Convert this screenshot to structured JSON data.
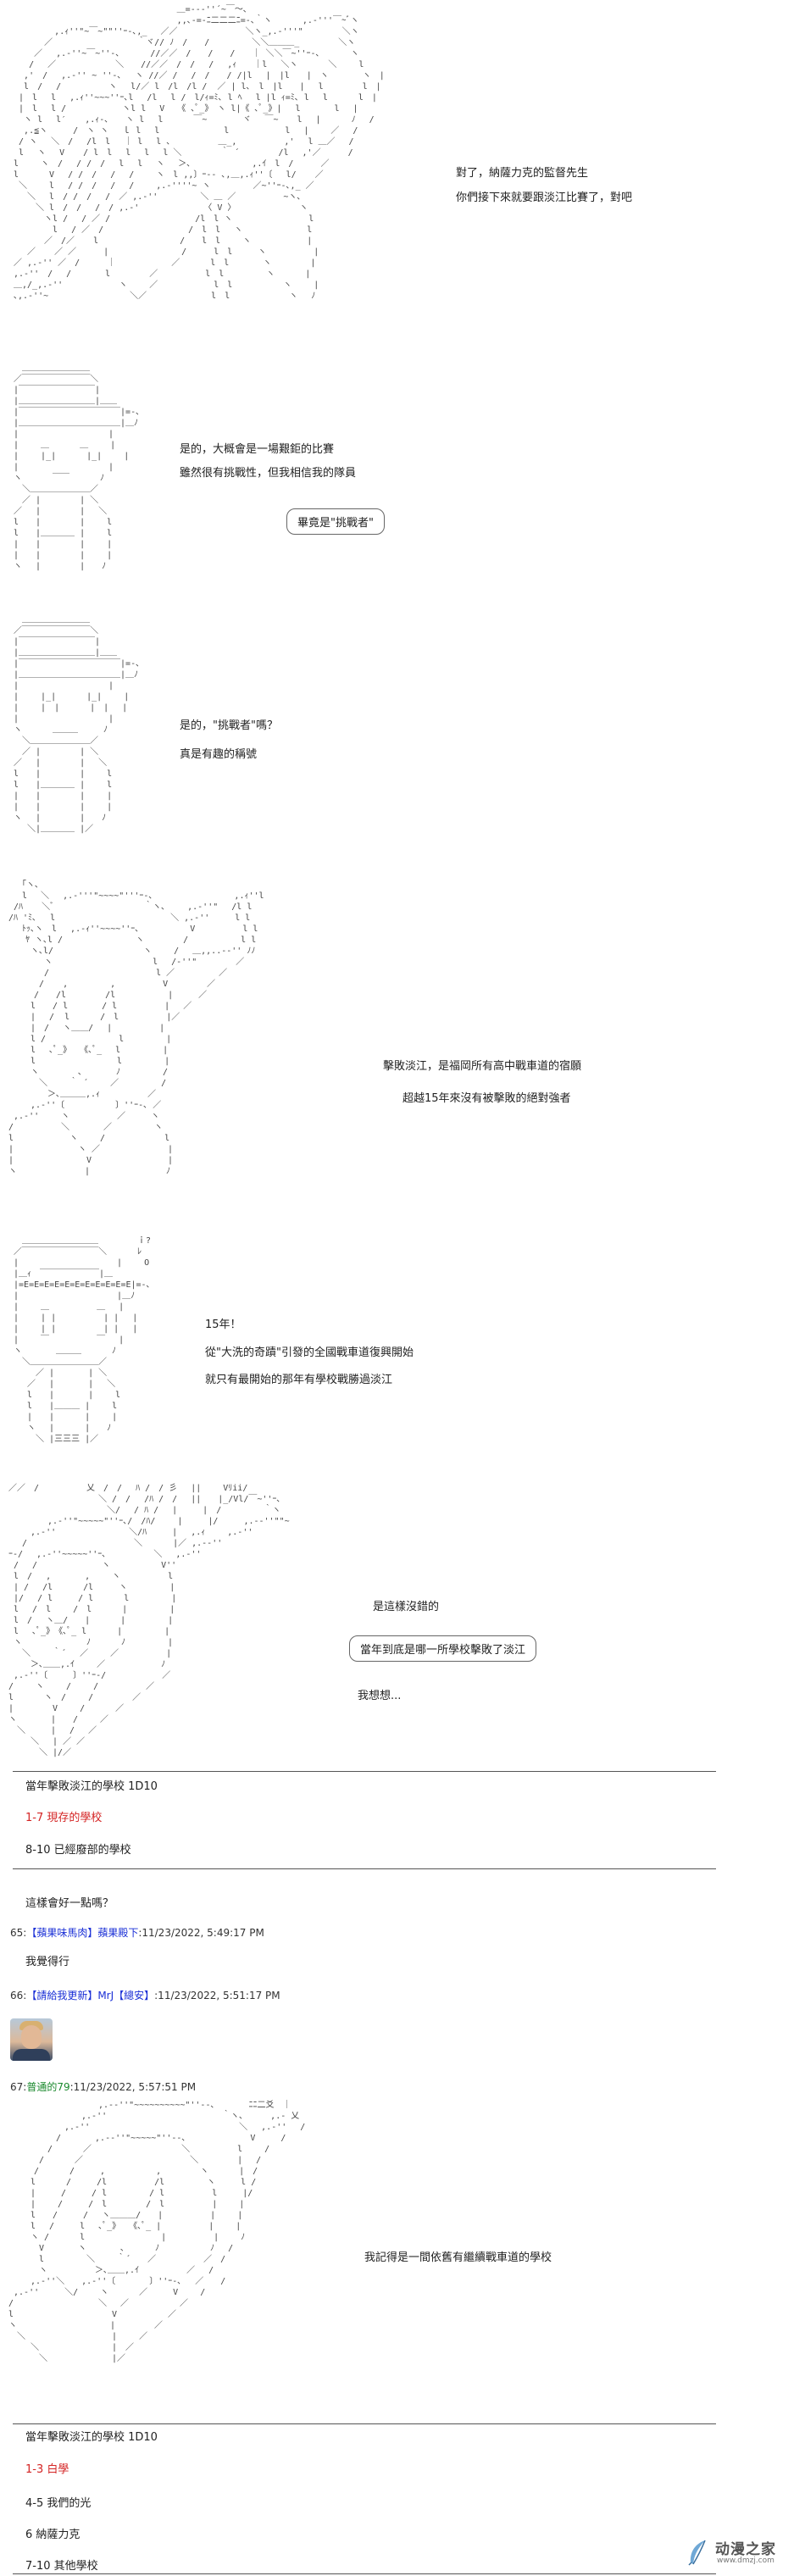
{
  "scenes": [
    {
      "lines": [
        "對了，納薩力克的監督先生",
        "你們接下來就要跟淡江比賽了，對吧"
      ]
    },
    {
      "lines": [
        "是的，大概會是一場艱鉅的比賽",
        "雖然很有挑戰性，但我相信我的隊員"
      ],
      "bubble": "畢竟是\"挑戰者\""
    },
    {
      "lines": [
        "是的，\"挑戰者\"嗎？",
        "真是有趣的稱號"
      ]
    },
    {
      "lines": [
        "擊敗淡江，是福岡所有高中戰車道的宿願",
        "超越15年來沒有被擊敗的絕對強者"
      ]
    },
    {
      "lines": [
        "15年！",
        "從\"大洗的奇蹟\"引發的全國戰車道復興開始",
        "就只有最開始的那年有學校戰勝過淡江"
      ]
    },
    {
      "lines": [
        "是這樣沒錯的",
        "我想想..."
      ],
      "bubble": "當年到底是哪一所學校擊敗了淡江"
    }
  ],
  "roll_1": {
    "title": "當年擊敗淡江的學校 1D10",
    "options": [
      "1-7 現存的學校",
      "8-10 已經廢部的學校"
    ]
  },
  "comment_question": "這樣會好一點嗎？",
  "posts": [
    {
      "number": "65:",
      "user": "【蘋果味馬肉】蘋果殿下",
      "timestamp": ":11/23/2022, 5:49:17 PM",
      "body": "我覺得行"
    },
    {
      "number": "66:",
      "user": "【請給我更新】MrJ【總安】",
      "timestamp": ":11/23/2022, 5:51:17 PM",
      "body": ""
    },
    {
      "number": "67:",
      "user": "普通的79",
      "timestamp": ":11/23/2022, 5:57:51 PM",
      "body": ""
    }
  ],
  "final_scene": {
    "line": "我記得是一間依舊有繼續戰車道的學校"
  },
  "roll_2": {
    "title": "當年擊敗淡江的學校 1D10",
    "options": [
      "1-3 白學",
      "4-5 我們的光",
      "6 納薩力克",
      "7-10 其他學校"
    ]
  },
  "watermark": {
    "title": "动漫之家",
    "url": "www.dmzj.com"
  },
  "colors": {
    "link": "#1a2fd6",
    "highlight_red": "#d42424",
    "highlight_green": "#1b8a2e",
    "rule": "#555555"
  },
  "icons": {
    "avatar": "avatar-photo",
    "watermark": "feather-icon"
  }
}
